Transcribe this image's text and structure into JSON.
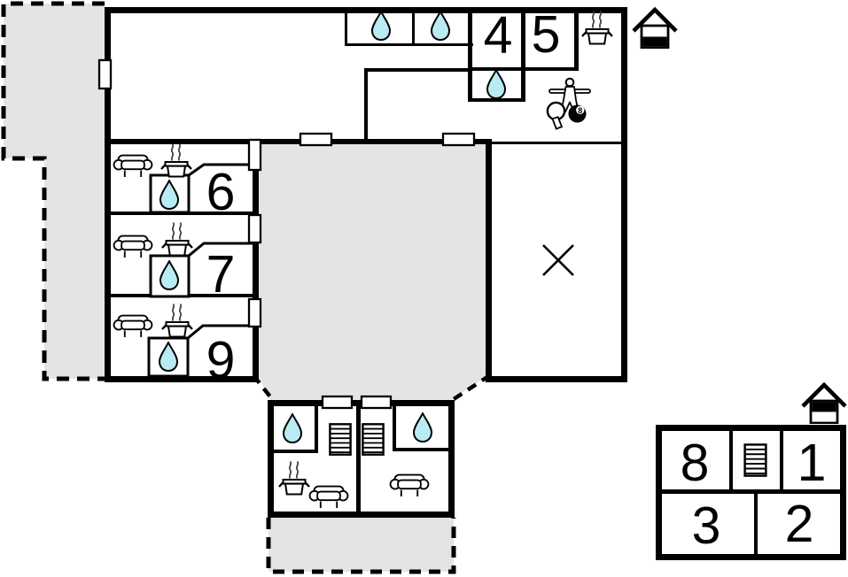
{
  "colors": {
    "wall": "#000000",
    "terrace_fill": "#e4e4e4",
    "water_fill": "#b9ebf3",
    "background": "#ffffff"
  },
  "rooms": {
    "room4": "4",
    "room5": "5",
    "room6": "6",
    "room7": "7",
    "room9": "9",
    "room8": "8",
    "room1": "1",
    "room3": "3",
    "room2": "2"
  },
  "icons": {
    "billiard_ball_number": "8"
  }
}
